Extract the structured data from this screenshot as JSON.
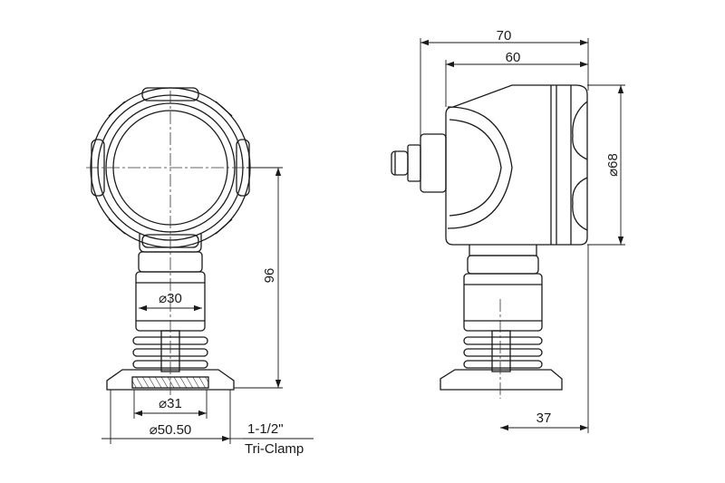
{
  "dimensions": {
    "total_width": "70",
    "body_width": "60",
    "housing_diameter": "⌀68",
    "total_height": "96",
    "neck_diameter": "⌀30",
    "flange_inner": "⌀31",
    "flange_outer": "⌀50.50",
    "right_offset": "37"
  },
  "connection": {
    "size": "1-1/2\"",
    "type": "Tri-Clamp"
  },
  "colors": {
    "line": "#1a1a1a",
    "center_line": "#333333",
    "background": "#ffffff"
  }
}
